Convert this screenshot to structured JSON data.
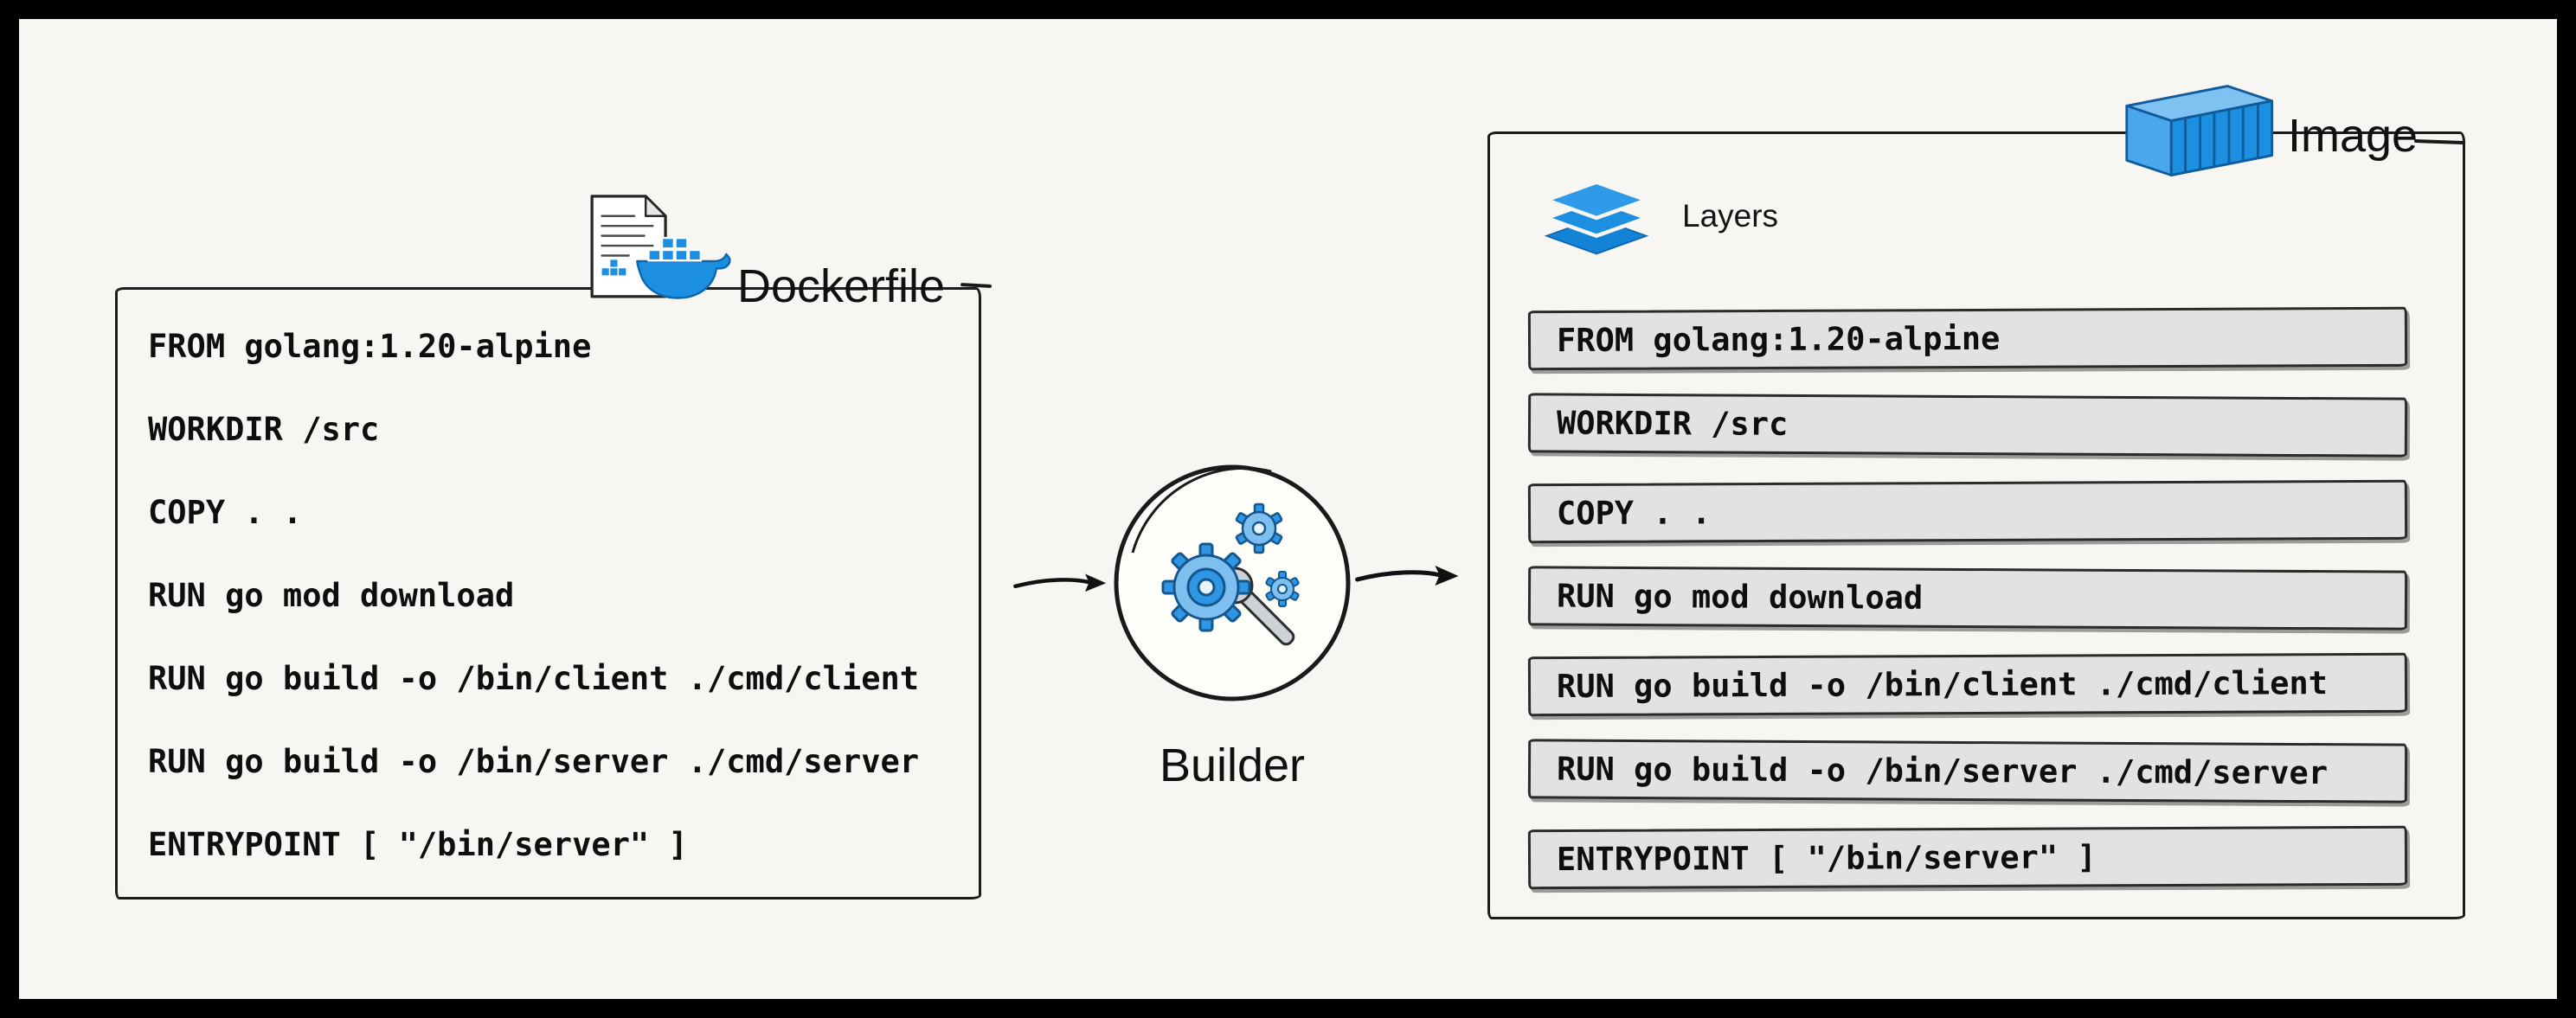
{
  "dockerfile": {
    "title": "Dockerfile",
    "lines": [
      "FROM golang:1.20-alpine",
      "WORKDIR /src",
      "COPY . .",
      "RUN go mod download",
      "RUN go build -o /bin/client ./cmd/client",
      "RUN go build -o /bin/server ./cmd/server",
      "ENTRYPOINT [ \"/bin/server\" ]"
    ]
  },
  "builder": {
    "label": "Builder"
  },
  "image": {
    "title": "Image",
    "layers_label": "Layers",
    "layers": [
      "FROM golang:1.20-alpine",
      "WORKDIR /src",
      "COPY . .",
      "RUN go mod download",
      "RUN go build -o /bin/client ./cmd/client",
      "RUN go build -o /bin/server ./cmd/server",
      "ENTRYPOINT [ \"/bin/server\" ]"
    ]
  },
  "icons": {
    "dockerfile": "document-with-docker-whale",
    "builder": "gears-and-wrench",
    "image": "shipping-container",
    "layers": "stacked-layers"
  },
  "colors": {
    "docker_blue": "#1d8fe1",
    "layer_bg": "#e2e2e2",
    "background": "#f7f6f2",
    "ink": "#111111"
  }
}
